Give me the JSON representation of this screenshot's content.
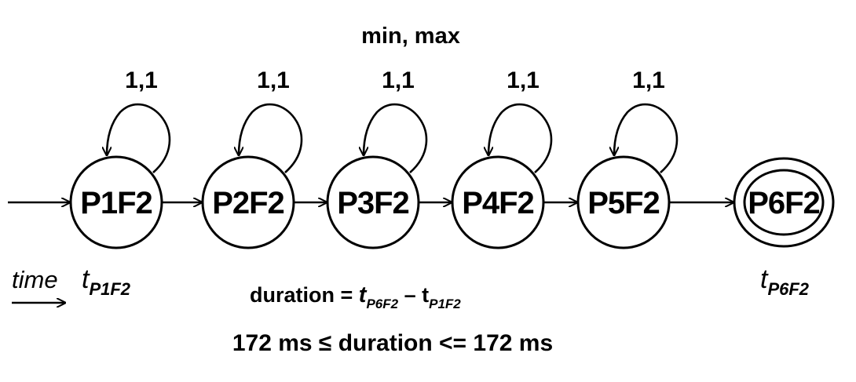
{
  "header": {
    "label": "min, max"
  },
  "states": [
    {
      "id": "P1F2",
      "loop_label": "1,1",
      "accepting": false
    },
    {
      "id": "P2F2",
      "loop_label": "1,1",
      "accepting": false
    },
    {
      "id": "P3F2",
      "loop_label": "1,1",
      "accepting": false
    },
    {
      "id": "P4F2",
      "loop_label": "1,1",
      "accepting": false
    },
    {
      "id": "P5F2",
      "loop_label": "1,1",
      "accepting": false
    },
    {
      "id": "P6F2",
      "loop_label": "",
      "accepting": true
    }
  ],
  "time_axis": {
    "label": "time"
  },
  "start_time": {
    "symbol": "t",
    "subscript": "P1F2"
  },
  "end_time": {
    "symbol": "t",
    "subscript": "P6F2"
  },
  "duration": {
    "lhs": "duration = ",
    "term1_symbol": "t",
    "term1_sub": "P6F2",
    "minus": " – ",
    "term2_symbol": "t",
    "term2_sub": "P1F2"
  },
  "constraint": {
    "text": "172 ms ≤ duration <= 172 ms"
  }
}
